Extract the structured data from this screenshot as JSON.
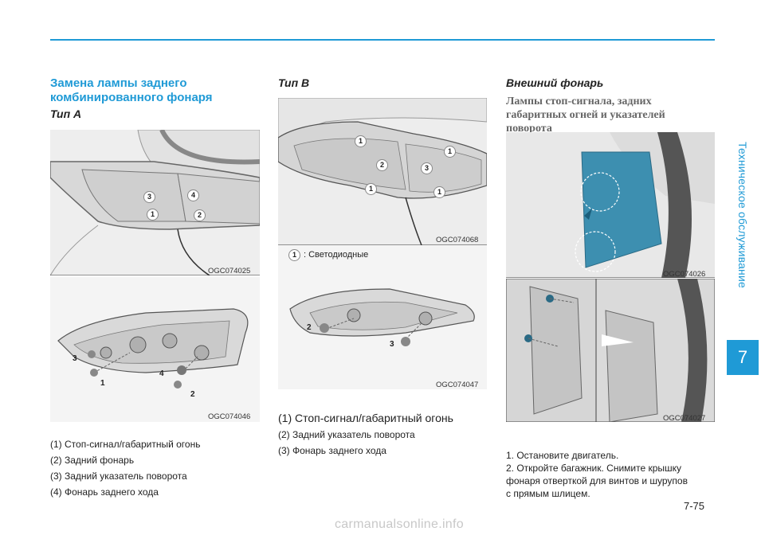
{
  "sidebar": {
    "label": "Техническое обслуживание",
    "chapter": "7"
  },
  "left": {
    "title_line1": "Замена лампы заднего",
    "title_line2": "комбинированного фонаря",
    "type_label": "Тип A",
    "fig1_code": "OGC074025",
    "fig2_code": "OGC074046",
    "fig1_callouts": [
      "3",
      "4",
      "1",
      "2"
    ],
    "fig2_callouts": [
      "3",
      "4",
      "1",
      "2"
    ],
    "items": [
      "(1) Стоп-сигнал/габаритный огонь",
      "(2) Задний фонарь",
      "(3) Задний указатель поворота",
      "(4) Фонарь заднего хода"
    ]
  },
  "middle": {
    "type_label": "Тип B",
    "fig1_code": "OGC074068",
    "fig2_code": "OGC074047",
    "fig1_callouts": [
      "1",
      "1",
      "2",
      "3",
      "1",
      "1"
    ],
    "fig2_callouts": [
      "2",
      "3"
    ],
    "legend_num": "1",
    "legend_text": ":  Светодиодные",
    "items": [
      "(1) Стоп-сигнал/габаритный огонь",
      "(2) Задний указатель поворота",
      "(3) Фонарь заднего хода"
    ]
  },
  "right": {
    "heading": "Внешний фонарь",
    "subheading_line1": "Лампы стоп-сигнала, задних",
    "subheading_line2": "габаритных огней и указателей",
    "subheading_line3": "поворота",
    "fig1_code": "OGC074026",
    "fig2_code": "OGC074027",
    "steps": [
      "1. Остановите двигатель.",
      "2.  Откройте  багажник.  Снимите  крышку",
      "фонаря отверткой для винтов и шурупов",
      "с прямым шлицем."
    ]
  },
  "footer": {
    "page": "7-75",
    "watermark": "carmanualsonline.info"
  },
  "colors": {
    "accent": "#1f9ad6",
    "figure_bg": "#f6f6f6",
    "highlight": "#3d8fb0"
  }
}
